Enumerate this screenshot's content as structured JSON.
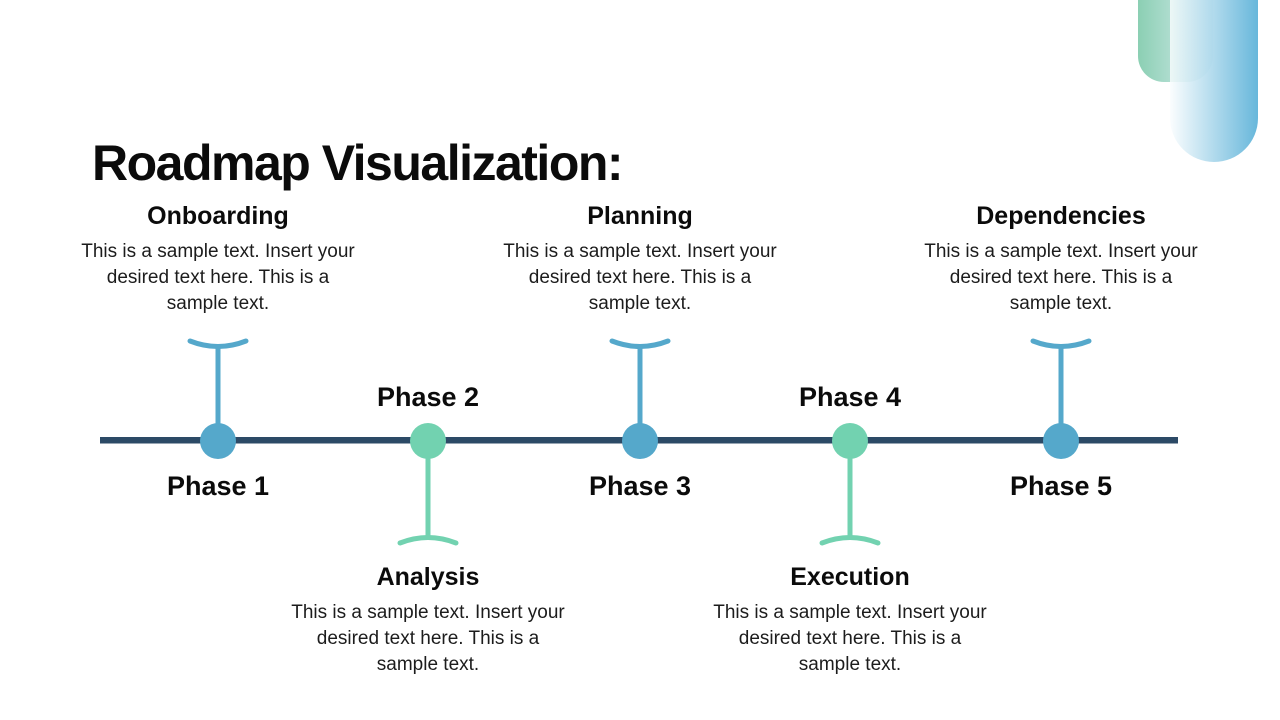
{
  "title": "Roadmap Visualization:",
  "colors": {
    "timeline_bar": "#2C4A66",
    "marker_blue": "#55A8CB",
    "marker_teal": "#72D2B0",
    "accent_green": "#8BCFB3",
    "accent_blue": "#67B7DB"
  },
  "timeline": {
    "phases": [
      {
        "label": "Phase 1",
        "dot_color": "#55A8CB",
        "label_position": "below"
      },
      {
        "label": "Phase 2",
        "dot_color": "#72D2B0",
        "label_position": "above"
      },
      {
        "label": "Phase 3",
        "dot_color": "#55A8CB",
        "label_position": "below"
      },
      {
        "label": "Phase 4",
        "dot_color": "#72D2B0",
        "label_position": "above"
      },
      {
        "label": "Phase 5",
        "dot_color": "#55A8CB",
        "label_position": "below"
      }
    ],
    "milestones": [
      {
        "title": "Onboarding",
        "phase": "Phase 1",
        "placement": "above",
        "description": "This is a sample text. Insert your desired text here. This is a sample text."
      },
      {
        "title": "Analysis",
        "phase": "Phase 2",
        "placement": "below",
        "description": "This is a sample text. Insert your desired text here. This is a sample text."
      },
      {
        "title": "Planning",
        "phase": "Phase 3",
        "placement": "above",
        "description": "This is a sample text. Insert your desired text here. This is a sample text."
      },
      {
        "title": "Execution",
        "phase": "Phase 4",
        "placement": "below",
        "description": "This is a sample text. Insert your desired text here. This is a sample text."
      },
      {
        "title": "Dependencies",
        "phase": "Phase 5",
        "placement": "above",
        "description": "This is a sample text. Insert your desired text here. This is a sample text."
      }
    ]
  }
}
